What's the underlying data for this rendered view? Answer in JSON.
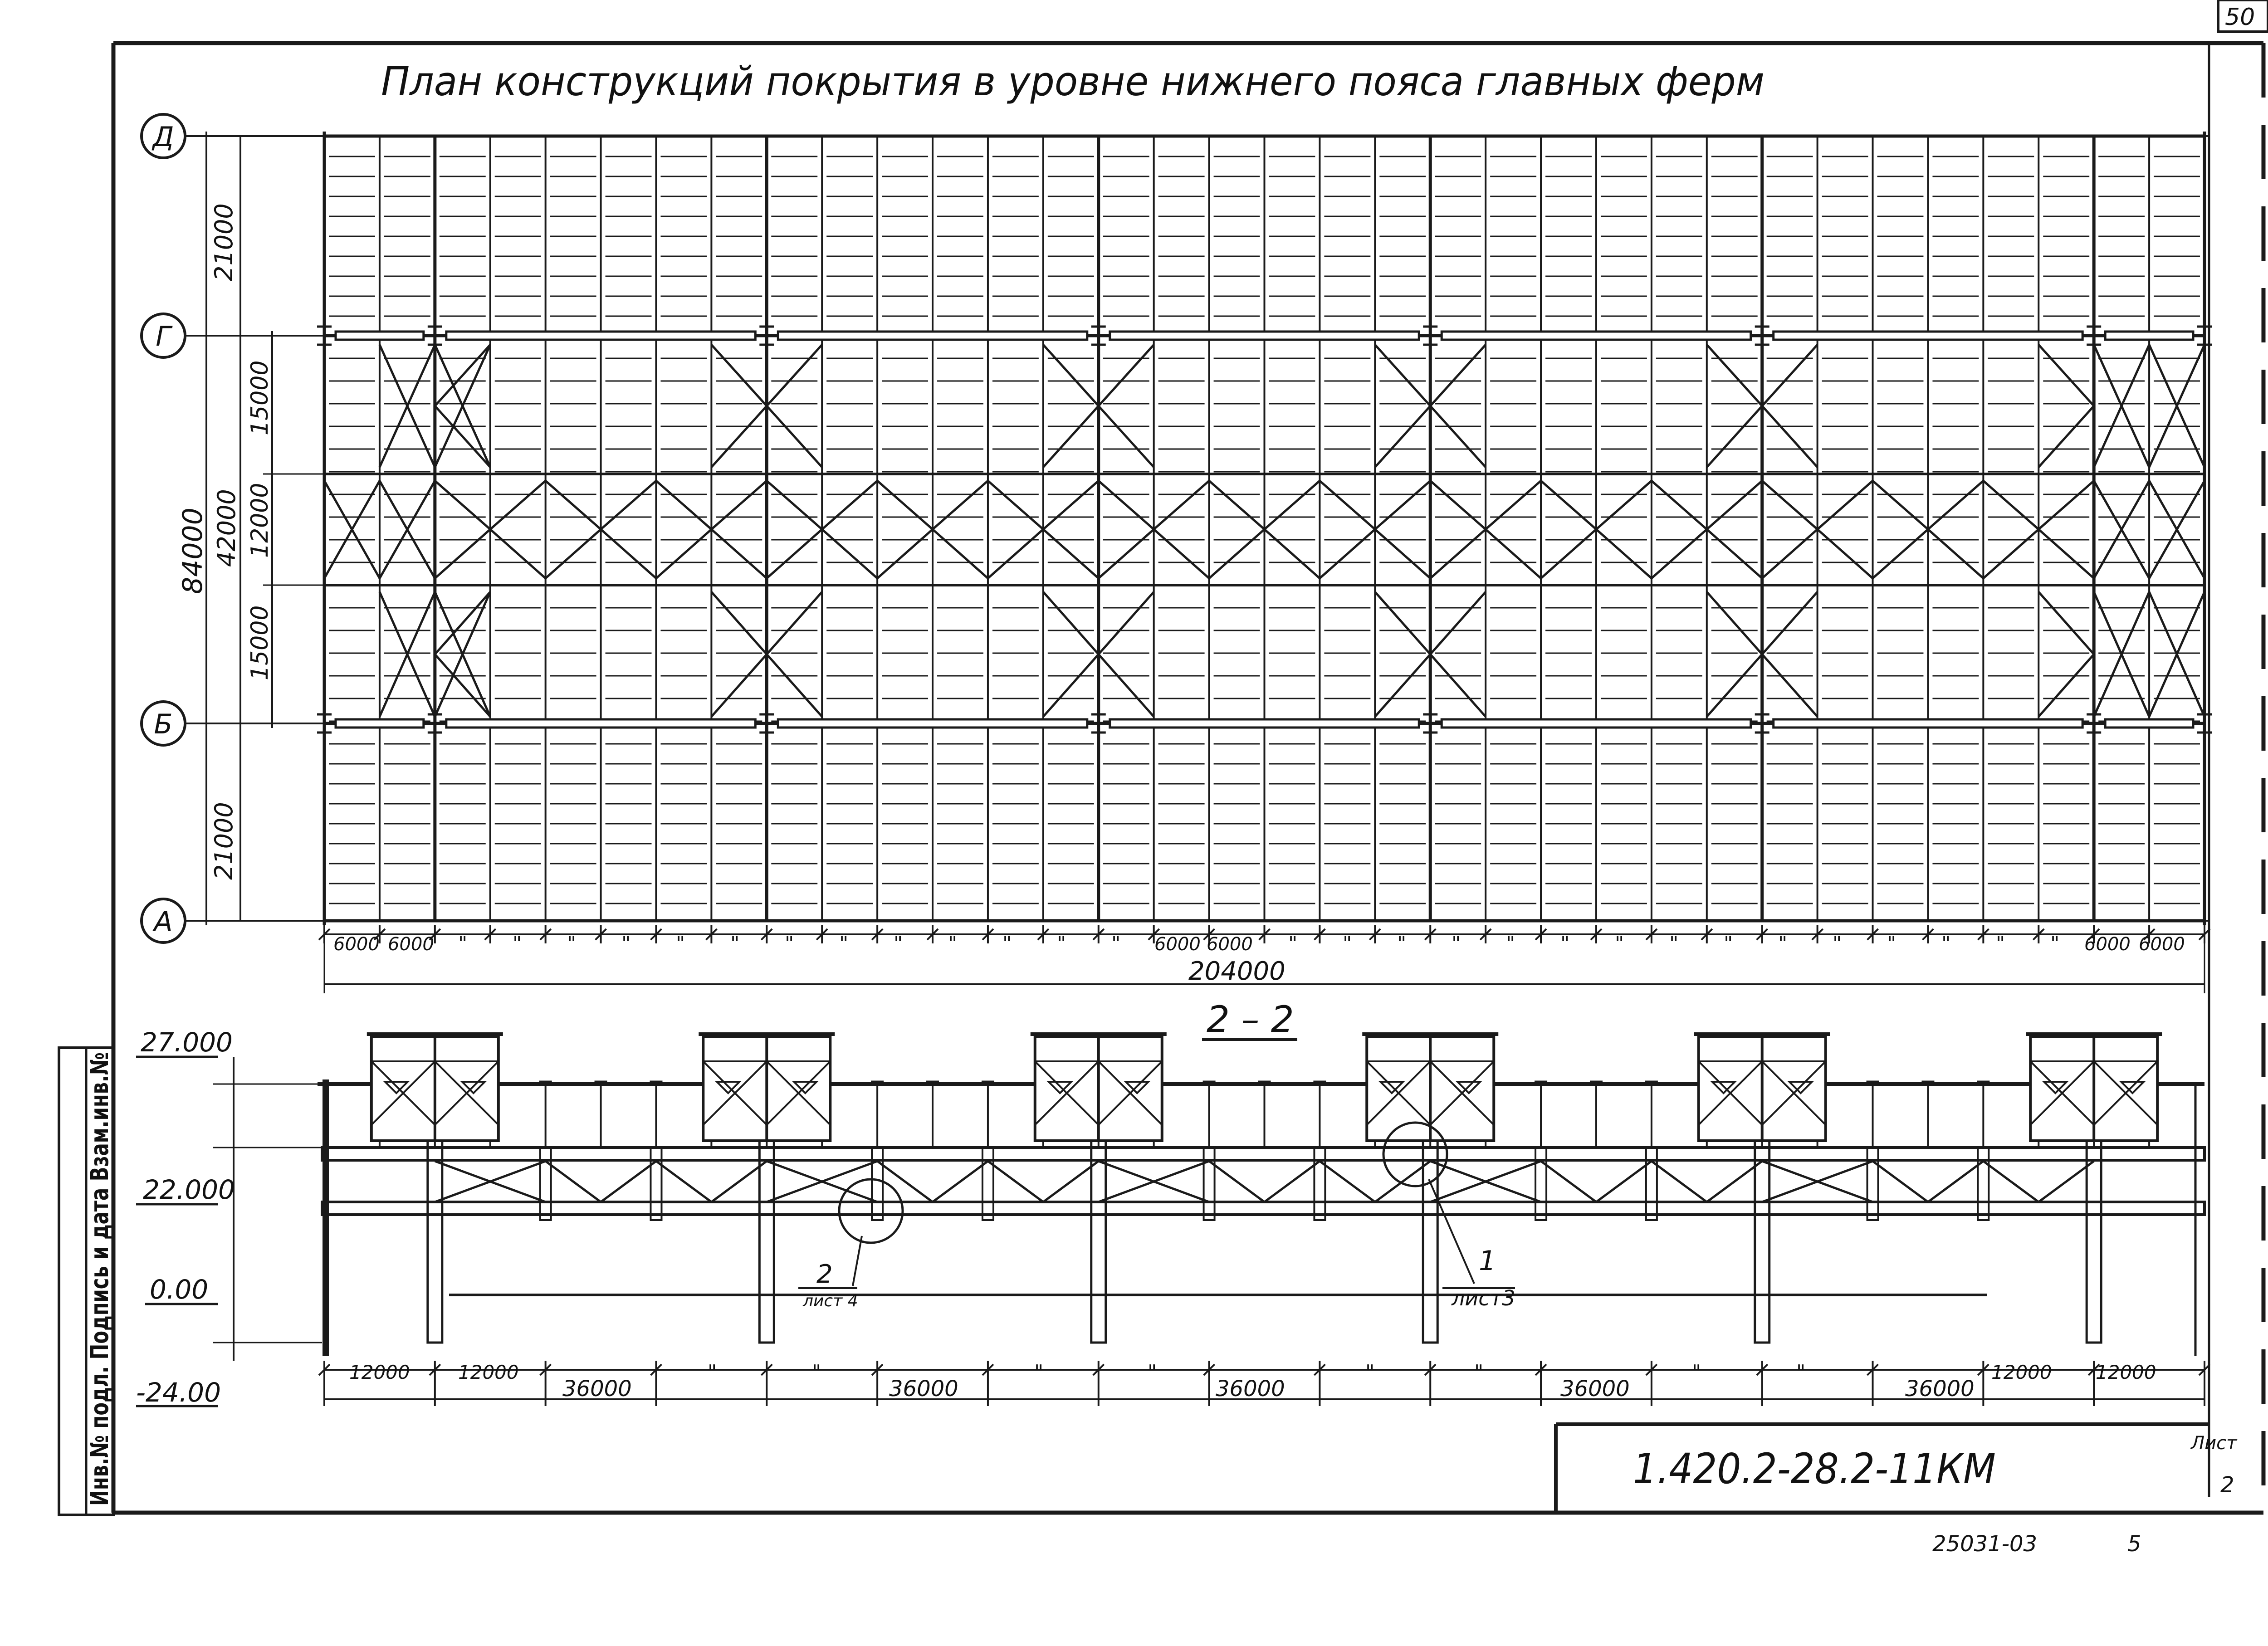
{
  "sheet": {
    "page_number": "50",
    "title": "План конструкций покрытия в уровне нижнего пояса главных ферм",
    "drawing_code": "1.420.2-28.2-11КМ",
    "archive_number": "25031-03",
    "corner_mark": "5",
    "sheet_label": "Лист",
    "sheet_value": "2",
    "stamp_strip": "Инв.№ подл. Подпись и дата Взам.инв.№"
  },
  "plan": {
    "axes": [
      "Д",
      "Г",
      "Б",
      "А"
    ],
    "dim_top": "21000",
    "dim_mid_total": "84000",
    "dim_mid_sub": "42000",
    "dim_15000_a": "15000",
    "dim_12000": "12000",
    "dim_15000_b": "15000",
    "dim_bottom": "21000",
    "bay_left": "6000",
    "bay_left2": "6000",
    "bay_mid1": "6000",
    "bay_mid2": "6000",
    "bay_right1": "6000",
    "bay_right2": "6000",
    "ditto": "\"",
    "overall_length": "204000"
  },
  "section": {
    "label": "2 – 2",
    "elev_top": "27.000",
    "elev_mid": "22.000",
    "elev_ground": "0.00",
    "elev_low": "-24.00",
    "callout1_num": "1",
    "callout1_sheet": "лист3",
    "callout2_num": "2",
    "callout2_sheet": "лист 4",
    "dims": {
      "d1": "12000",
      "d2": "12000",
      "d3": "36000",
      "d4": "36000",
      "d5": "36000",
      "d6": "36000",
      "d7": "36000",
      "d8": "12000",
      "d9": "12000",
      "ditto": "\""
    }
  }
}
